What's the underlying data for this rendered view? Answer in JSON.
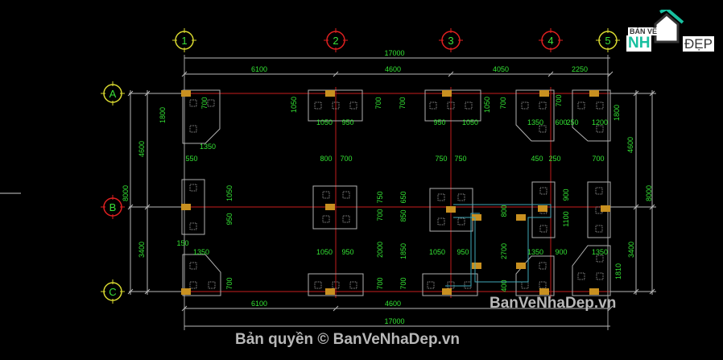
{
  "axes": {
    "columns": [
      {
        "label": "1",
        "color": "#d8d830"
      },
      {
        "label": "2",
        "color": "#e02020"
      },
      {
        "label": "3",
        "color": "#e02020"
      },
      {
        "label": "4",
        "color": "#e02020"
      },
      {
        "label": "5",
        "color": "#d8d830"
      }
    ],
    "rows": [
      {
        "label": "A",
        "color": "#d8d830"
      },
      {
        "label": "B",
        "color": "#e02020"
      },
      {
        "label": "C",
        "color": "#d8d830"
      }
    ]
  },
  "dimensions": {
    "top_total": "17000",
    "top_spans": [
      "6100",
      "4600",
      "4050",
      "2250"
    ],
    "bottom_spans": [
      "6100",
      "4600"
    ],
    "bottom_total": "17000",
    "left_total": "8000",
    "left_spans": [
      "4600",
      "3400"
    ],
    "right_total": "8000",
    "right_spans": [
      "4600",
      "3400"
    ],
    "footing_labels": [
      "700",
      "1800",
      "1350",
      "550",
      "1050",
      "700",
      "1050",
      "950",
      "800",
      "700",
      "700",
      "1050",
      "950",
      "1050",
      "750",
      "750",
      "700",
      "700",
      "1350",
      "600",
      "250",
      "1200",
      "1800",
      "450",
      "250",
      "700",
      "1050",
      "950",
      "150",
      "1350",
      "750",
      "700",
      "2000",
      "700",
      "650",
      "850",
      "1850",
      "700",
      "800",
      "2700",
      "400",
      "1050",
      "950",
      "1350",
      "900",
      "1350",
      "900",
      "1100",
      "1810",
      "700",
      "1050",
      "950"
    ]
  },
  "colors": {
    "background": "#000000",
    "dimension_text": "#33e233",
    "grid_line": "#a01818",
    "outline": "#b0b0b0",
    "pit": "#40a8b8",
    "column": "#c89020"
  },
  "watermark": {
    "inline": "BanVeNhaDep.vn",
    "copyright": "Bản quyền © BanVeNhaDep.vn"
  },
  "logo": {
    "line1": "BẢN VẼ",
    "line2": "NH",
    "line3": "ĐẸP"
  }
}
